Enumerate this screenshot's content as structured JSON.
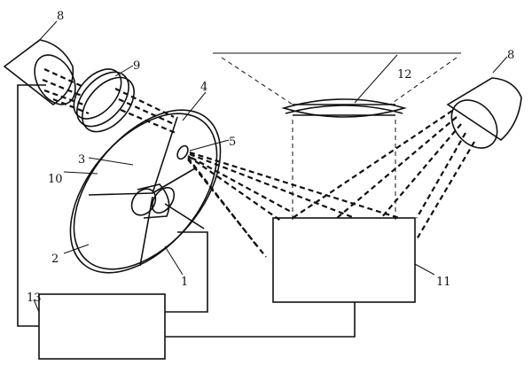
{
  "labels": {
    "l1": "1",
    "l2": "2",
    "l3": "3",
    "l4": "4",
    "l5": "5",
    "l8a": "8",
    "l8b": "8",
    "l9": "9",
    "l10": "10",
    "l11": "11",
    "l12": "12",
    "l13": "13"
  }
}
